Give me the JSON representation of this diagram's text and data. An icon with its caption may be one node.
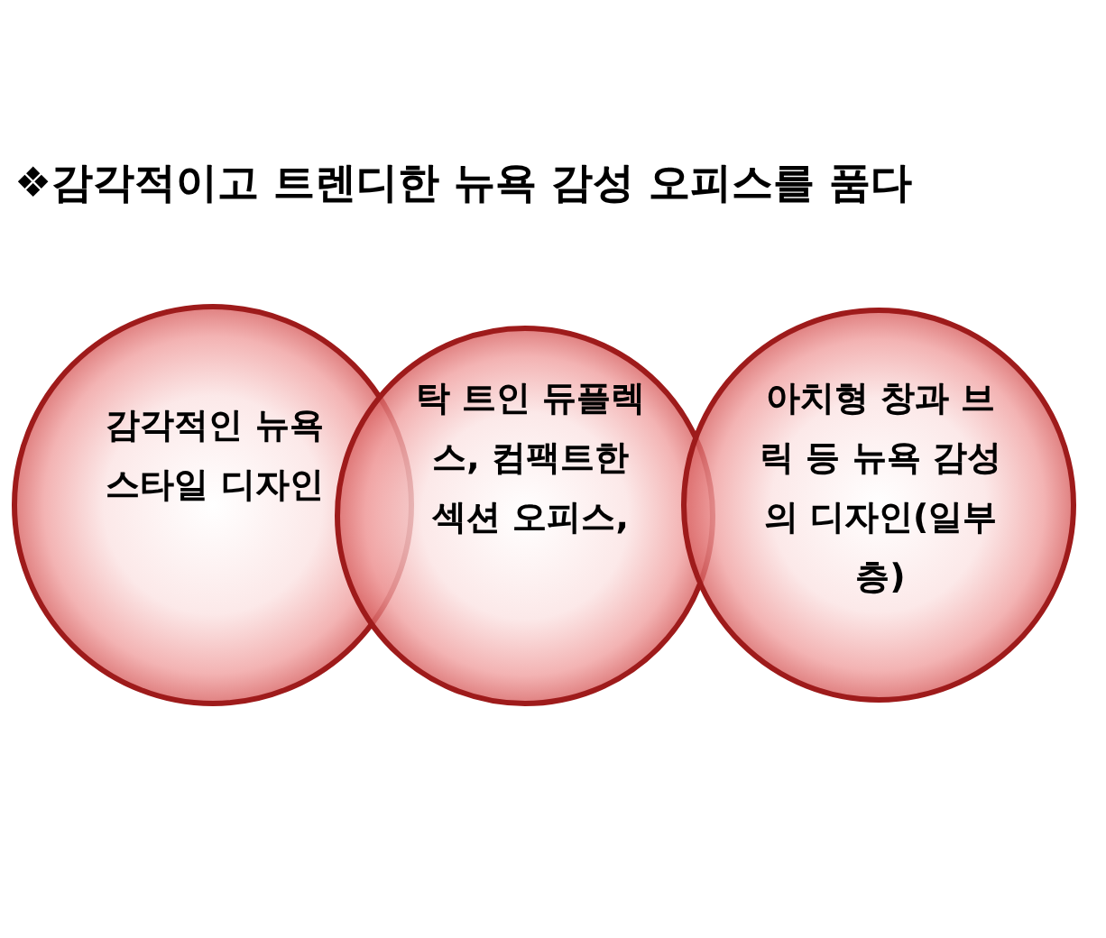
{
  "diagram": {
    "title": "❖감각적이고 트렌디한 뉴욕 감성 오피스를 품다",
    "nodes": [
      {
        "text": [
          "감각적인 뉴욕 스타일 디자인"
        ]
      },
      {
        "text": [
          "탁 트인 듀플렉스, 컴팩트한 섹션 오피스,"
        ]
      },
      {
        "text": [
          "아치형 창과 브릭 등 뉴욕 감성의 디자인(일부층)"
        ]
      }
    ]
  }
}
